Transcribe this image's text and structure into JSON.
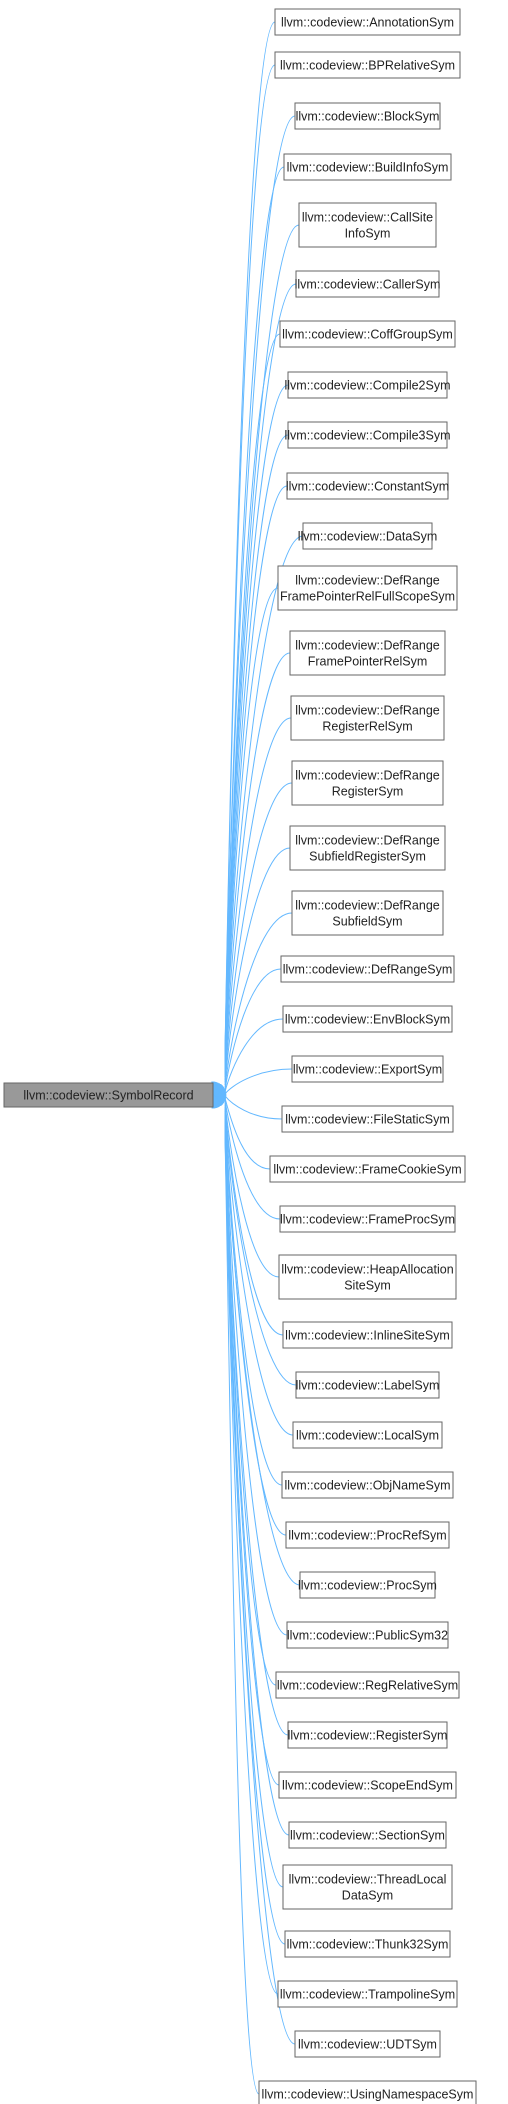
{
  "diagram": {
    "root": {
      "label": "llvm::codeview::SymbolRecord"
    },
    "children": [
      {
        "label": [
          "llvm::codeview::AnnotationSym"
        ]
      },
      {
        "label": [
          "llvm::codeview::BPRelativeSym"
        ]
      },
      {
        "label": [
          "llvm::codeview::BlockSym"
        ]
      },
      {
        "label": [
          "llvm::codeview::BuildInfoSym"
        ]
      },
      {
        "label": [
          "llvm::codeview::CallSite",
          "InfoSym"
        ]
      },
      {
        "label": [
          "llvm::codeview::CallerSym"
        ]
      },
      {
        "label": [
          "llvm::codeview::CoffGroupSym"
        ]
      },
      {
        "label": [
          "llvm::codeview::Compile2Sym"
        ]
      },
      {
        "label": [
          "llvm::codeview::Compile3Sym"
        ]
      },
      {
        "label": [
          "llvm::codeview::ConstantSym"
        ]
      },
      {
        "label": [
          "llvm::codeview::DataSym"
        ]
      },
      {
        "label": [
          "llvm::codeview::DefRange",
          "FramePointerRelFullScopeSym"
        ]
      },
      {
        "label": [
          "llvm::codeview::DefRange",
          "FramePointerRelSym"
        ]
      },
      {
        "label": [
          "llvm::codeview::DefRange",
          "RegisterRelSym"
        ]
      },
      {
        "label": [
          "llvm::codeview::DefRange",
          "RegisterSym"
        ]
      },
      {
        "label": [
          "llvm::codeview::DefRange",
          "SubfieldRegisterSym"
        ]
      },
      {
        "label": [
          "llvm::codeview::DefRange",
          "SubfieldSym"
        ]
      },
      {
        "label": [
          "llvm::codeview::DefRangeSym"
        ]
      },
      {
        "label": [
          "llvm::codeview::EnvBlockSym"
        ]
      },
      {
        "label": [
          "llvm::codeview::ExportSym"
        ]
      },
      {
        "label": [
          "llvm::codeview::FileStaticSym"
        ]
      },
      {
        "label": [
          "llvm::codeview::FrameCookieSym"
        ]
      },
      {
        "label": [
          "llvm::codeview::FrameProcSym"
        ]
      },
      {
        "label": [
          "llvm::codeview::HeapAllocation",
          "SiteSym"
        ]
      },
      {
        "label": [
          "llvm::codeview::InlineSiteSym"
        ]
      },
      {
        "label": [
          "llvm::codeview::LabelSym"
        ]
      },
      {
        "label": [
          "llvm::codeview::LocalSym"
        ]
      },
      {
        "label": [
          "llvm::codeview::ObjNameSym"
        ]
      },
      {
        "label": [
          "llvm::codeview::ProcRefSym"
        ]
      },
      {
        "label": [
          "llvm::codeview::ProcSym"
        ]
      },
      {
        "label": [
          "llvm::codeview::PublicSym32"
        ]
      },
      {
        "label": [
          "llvm::codeview::RegRelativeSym"
        ]
      },
      {
        "label": [
          "llvm::codeview::RegisterSym"
        ]
      },
      {
        "label": [
          "llvm::codeview::ScopeEndSym"
        ]
      },
      {
        "label": [
          "llvm::codeview::SectionSym"
        ]
      },
      {
        "label": [
          "llvm::codeview::ThreadLocal",
          "DataSym"
        ]
      },
      {
        "label": [
          "llvm::codeview::Thunk32Sym"
        ]
      },
      {
        "label": [
          "llvm::codeview::TrampolineSym"
        ]
      },
      {
        "label": [
          "llvm::codeview::UDTSym"
        ]
      },
      {
        "label": [
          "llvm::codeview::UsingNamespaceSym"
        ]
      }
    ],
    "colors": {
      "edge": "#63b8ff",
      "root_fill": "#999999",
      "node_border": "#666666",
      "node_fill": "#ffffff"
    }
  }
}
